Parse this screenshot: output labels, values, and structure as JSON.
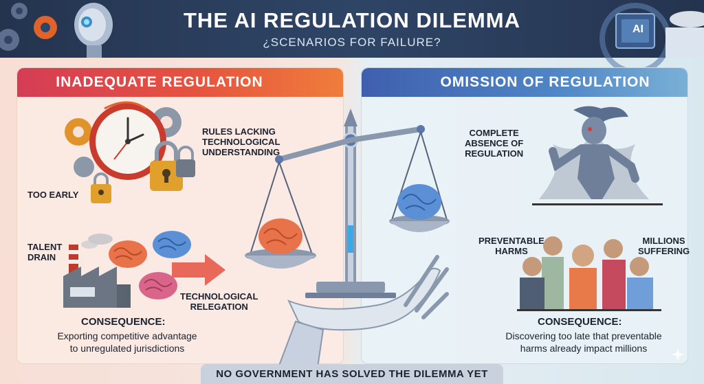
{
  "header": {
    "title": "THE AI REGULATION DILEMMA",
    "subtitle": "¿SCENARIOS FOR FAILURE?",
    "ai_badge": "AI"
  },
  "left": {
    "title": "INADEQUATE REGULATION",
    "label_rules": "RULES LACKING\nTECHNOLOGICAL\nUNDERSTANDING",
    "label_early": "TOO EARLY",
    "label_talent": "TALENT\nDRAIN",
    "label_relegation": "TECHNOLOGICAL\nRELEGATION",
    "consequence_title": "CONSEQUENCE:",
    "consequence_text": "Exporting competitive advantage\nto unregulated jurisdictions"
  },
  "right": {
    "title": "OMISSION OF REGULATION",
    "label_absence": "COMPLETE\nABSENCE OF\nREGULATION",
    "label_harms": "PREVENTABLE\nHARMS",
    "label_millions": "MILLIONS\nSUFFERING",
    "consequence_title": "CONSEQUENCE:",
    "consequence_text": "Discovering too late that preventable\nharms already impact millions"
  },
  "footer": {
    "text": "NO GOVERNMENT HAS SOLVED THE DILEMMA YET"
  },
  "colors": {
    "header_bg": "#24344f",
    "left_accent": "#e6533f",
    "right_accent": "#4f86c6",
    "brain_left": "#e8734a",
    "brain_right": "#5b8fd6"
  }
}
